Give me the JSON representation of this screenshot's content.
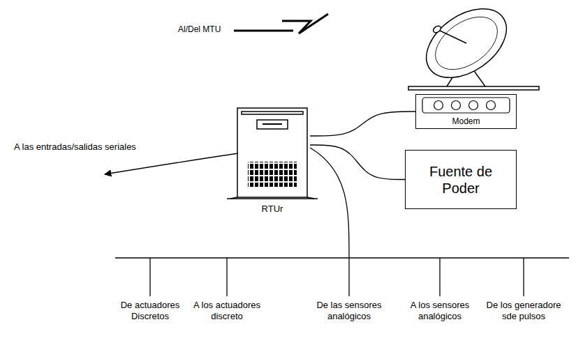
{
  "diagram": {
    "nodes": [
      {
        "text": [
          "Modem"
        ]
      },
      {
        "text": [
          "RTUr"
        ]
      },
      {
        "text": [
          "Fuente de Poder"
        ]
      }
    ],
    "edges": [
      {
        "from": 1,
        "to": 0,
        "arrow": "none"
      },
      {
        "from": 1,
        "to": 2,
        "arrow": "none"
      }
    ],
    "labels": [
      "Al/Del MTU",
      "A las entradas/salidas seriales",
      "De actuadores Discretos",
      "A los actuadores discreto",
      "De las sensores analógicos",
      "A los sensores analógicos",
      "De los generadore sde pulsos"
    ]
  }
}
